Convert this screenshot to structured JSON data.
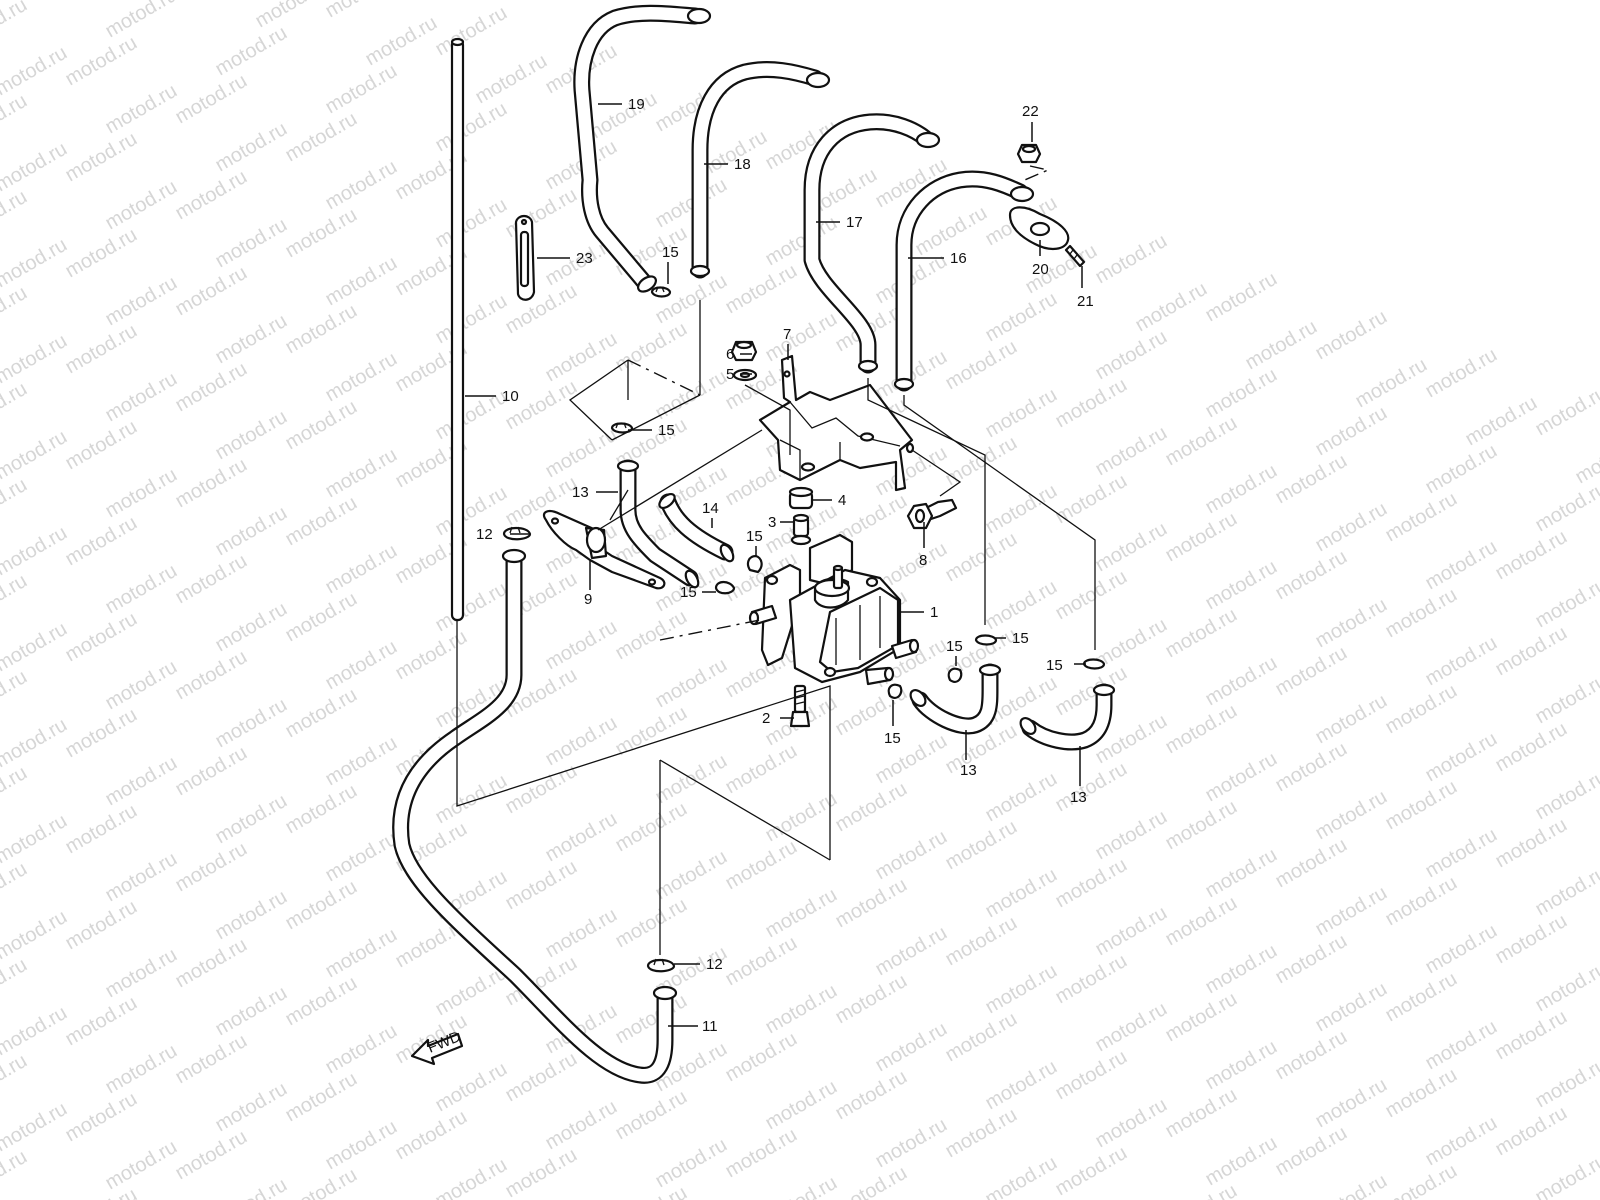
{
  "watermark": "motod.ru",
  "fwd_label": "FWD",
  "callouts": {
    "c1": "1",
    "c2": "2",
    "c3": "3",
    "c4": "4",
    "c5": "5",
    "c6": "6",
    "c7": "7",
    "c8": "8",
    "c9": "9",
    "c10": "10",
    "c11": "11",
    "c12a": "12",
    "c12b": "12",
    "c13a": "13",
    "c13b": "13",
    "c13c": "13",
    "c14": "14",
    "c15a": "15",
    "c15b": "15",
    "c15c": "15",
    "c15d": "15",
    "c15e": "15",
    "c15f": "15",
    "c15g": "15",
    "c15h": "15",
    "c16": "16",
    "c17": "17",
    "c18": "18",
    "c19": "19",
    "c20": "20",
    "c21": "21",
    "c22": "22",
    "c23": "23"
  }
}
